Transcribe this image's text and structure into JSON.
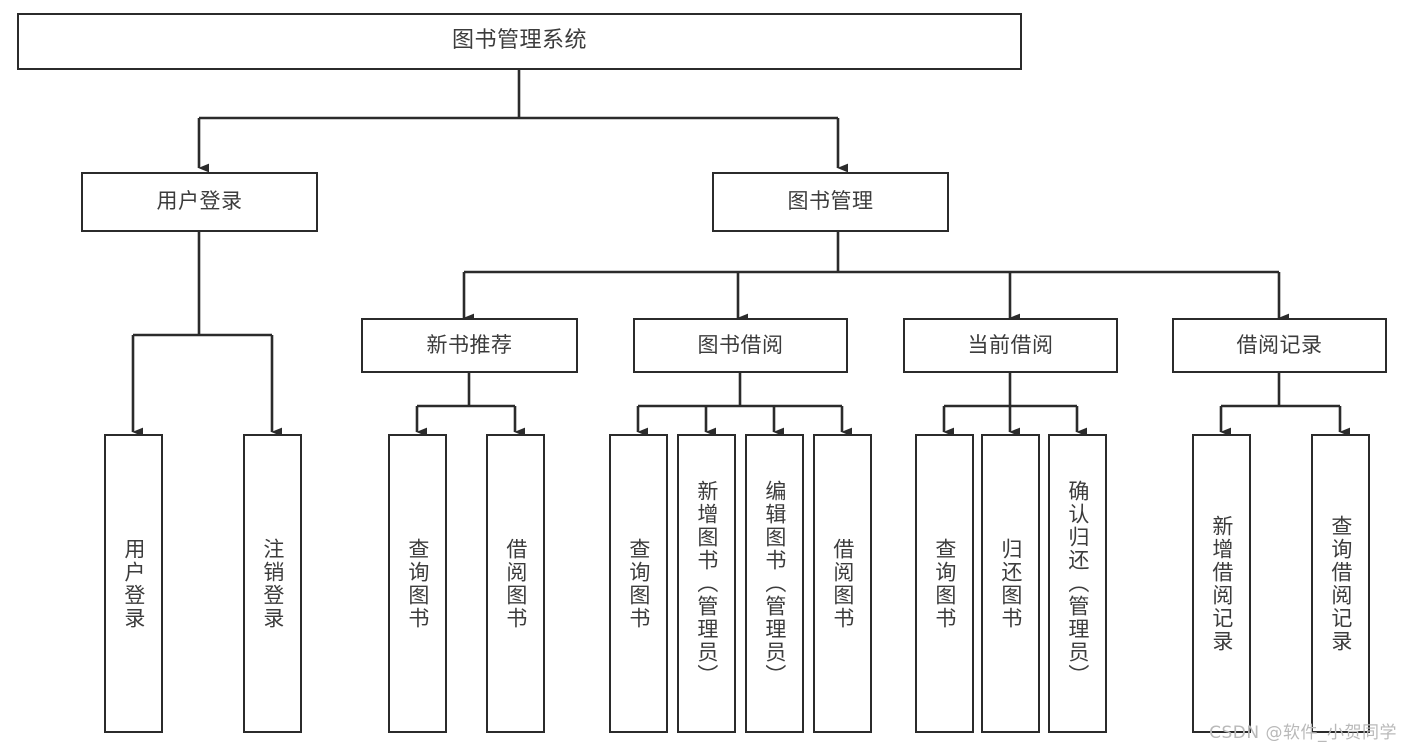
{
  "diagram": {
    "kind": "tree-functional-structure-chart",
    "title": "图书管理系统",
    "watermark": "CSDN @软件_小贺同学",
    "colors": {
      "box_border": "#2b2b2b",
      "box_fill": "#ffffff",
      "text": "#3c3c3c",
      "edge": "#2b2b2b",
      "watermark": "#b9b9b9",
      "background": "#ffffff"
    },
    "nodes": {
      "root": {
        "label": "图书管理系统"
      },
      "level1": [
        {
          "id": "user-login",
          "label": "用户登录"
        },
        {
          "id": "book-manage",
          "label": "图书管理"
        }
      ],
      "level2": [
        {
          "id": "new-book-recommend",
          "label": "新书推荐"
        },
        {
          "id": "book-borrow",
          "label": "图书借阅"
        },
        {
          "id": "current-borrow",
          "label": "当前借阅"
        },
        {
          "id": "borrow-record",
          "label": "借阅记录"
        }
      ],
      "leaves": {
        "user_login": [
          {
            "id": "leaf-user-login",
            "label": "用户登录"
          },
          {
            "id": "leaf-user-logout",
            "label": "注销登录"
          }
        ],
        "new_book_recommend": [
          {
            "id": "leaf-query-book-1",
            "label": "查询图书"
          },
          {
            "id": "leaf-borrow-book-1",
            "label": "借阅图书"
          }
        ],
        "book_borrow": [
          {
            "id": "leaf-query-book-2",
            "label": "查询图书"
          },
          {
            "id": "leaf-add-book-admin",
            "label": "新增图书（管理员）"
          },
          {
            "id": "leaf-edit-book-admin",
            "label": "编辑图书（管理员）"
          },
          {
            "id": "leaf-borrow-book-2",
            "label": "借阅图书"
          }
        ],
        "current_borrow": [
          {
            "id": "leaf-query-book-3",
            "label": "查询图书"
          },
          {
            "id": "leaf-return-book",
            "label": "归还图书"
          },
          {
            "id": "leaf-confirm-return-admin",
            "label": "确认归还（管理员）"
          }
        ],
        "borrow_record": [
          {
            "id": "leaf-add-borrow-record",
            "label": "新增借阅记录"
          },
          {
            "id": "leaf-query-borrow-record",
            "label": "查询借阅记录"
          }
        ]
      }
    }
  }
}
